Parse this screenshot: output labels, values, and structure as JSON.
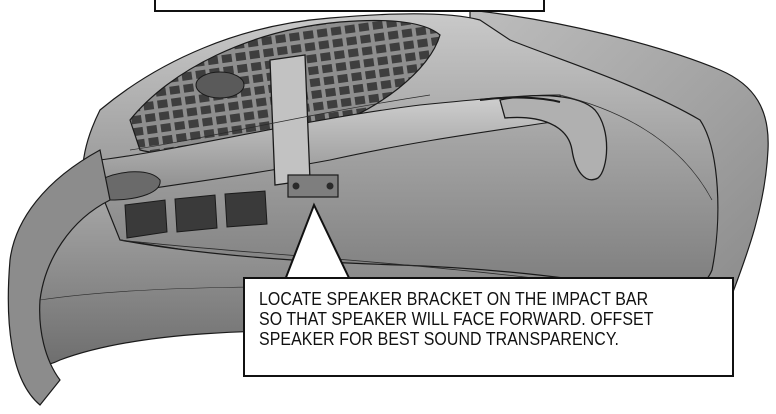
{
  "figure": {
    "subject": "front-bumper-assembly",
    "callout_main": {
      "lines": [
        "LOCATE SPEAKER BRACKET ON THE IMPACT BAR",
        "SO THAT SPEAKER WILL FACE FORWARD. OFFSET",
        "SPEAKER FOR BEST SOUND TRANSPARENCY."
      ]
    },
    "colors": {
      "bumper_fill": "#9a9a9a",
      "bumper_light": "#c8c8c8",
      "bumper_dark": "#5e5e5e",
      "grille": "#4a4a4a",
      "outline": "#1a1a1a"
    }
  }
}
